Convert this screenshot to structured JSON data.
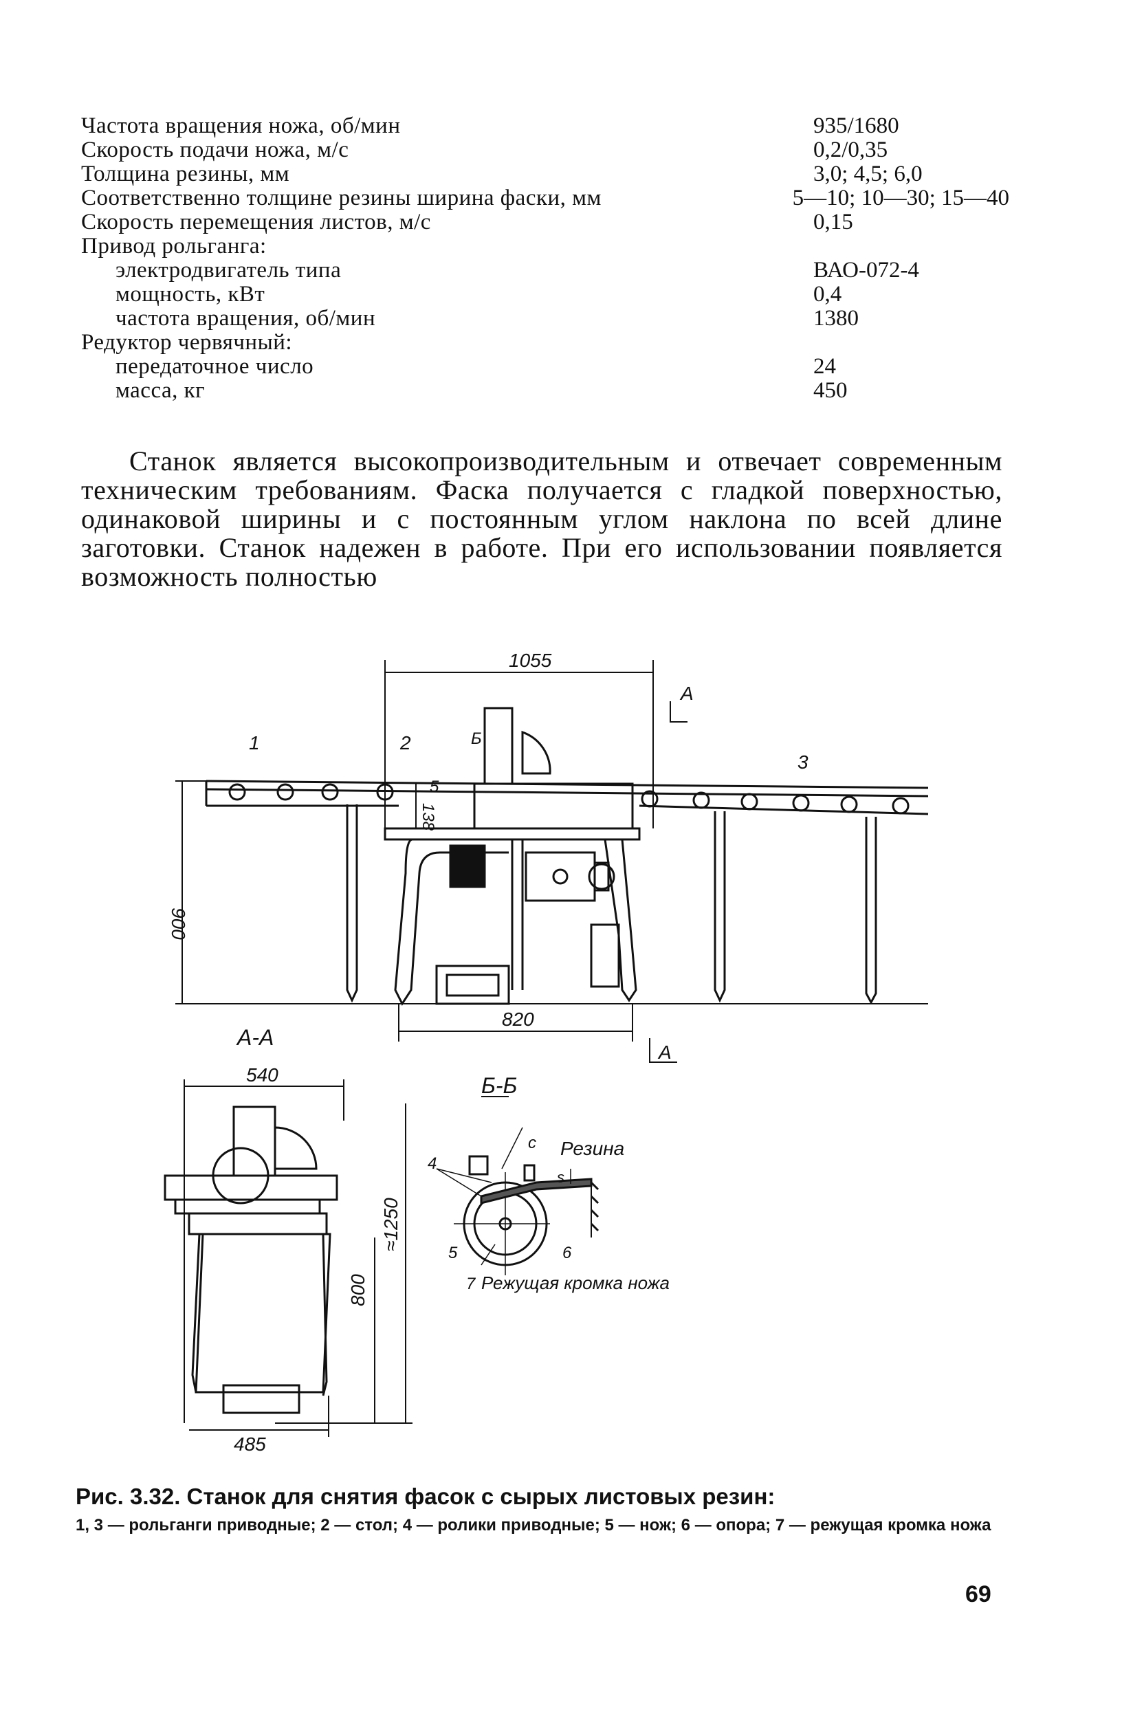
{
  "specs": [
    {
      "label": "Частота вращения ножа, об/мин",
      "value": "935/1680",
      "indent": false
    },
    {
      "label": "Скорость подачи ножа, м/с",
      "value": "0,2/0,35",
      "indent": false
    },
    {
      "label": "Толщина резины, мм",
      "value": "3,0; 4,5; 6,0",
      "indent": false
    },
    {
      "label": "Соответственно толщине резины ширина фаски, мм",
      "value": "5—10; 10—30; 15—40",
      "indent": false
    },
    {
      "label": "Скорость перемещения листов, м/с",
      "value": "0,15",
      "indent": false
    },
    {
      "label": "Привод рольганга:",
      "value": "",
      "indent": false
    },
    {
      "label": "электродвигатель типа",
      "value": "ВАО-072-4",
      "indent": true
    },
    {
      "label": "мощность, кВт",
      "value": "0,4",
      "indent": true
    },
    {
      "label": "частота вращения, об/мин",
      "value": "1380",
      "indent": true
    },
    {
      "label": "Редуктор червячный:",
      "value": "",
      "indent": false
    },
    {
      "label": "передаточное число",
      "value": "24",
      "indent": true
    },
    {
      "label": "масса, кг",
      "value": "450",
      "indent": true
    }
  ],
  "paragraph": "Станок является высокопроизводительным и отвечает современным техническим требованиям. Фаска получается с гладкой поверхностью, одинаковой ширины и с постоянным углом наклона по всей длине заготовки. Станок надежен в работе. При его использовании появляется возможность полностью",
  "figure": {
    "dim_top": "1055",
    "dim_height": "900",
    "dim_bottom": "820",
    "dim_138": "138",
    "dim_5": "5",
    "section_mark": "А",
    "labels": {
      "l1": "1",
      "l2": "2",
      "l3": "3",
      "b_top": "Б"
    },
    "section_aa": "А-А",
    "dim_540": "540",
    "dim_485": "485",
    "dim_800": "800",
    "dim_1250": "≈1250",
    "section_bb": "Б-Б",
    "label_rezina": "Резина",
    "label_c": "с",
    "label_s": "s",
    "label_4": "4",
    "label_5": "5",
    "label_6": "6",
    "label_7": "7",
    "label_edge": "Режущая кромка ножа"
  },
  "caption": {
    "title": "Рис. 3.32. Станок для снятия фасок с сырых листовых резин:",
    "legend": "1, 3 — рольганги приводные; 2 — стол; 4 — ролики приводные; 5 — нож; 6 — опора; 7 — режущая кромка ножа"
  },
  "page_number": "69"
}
